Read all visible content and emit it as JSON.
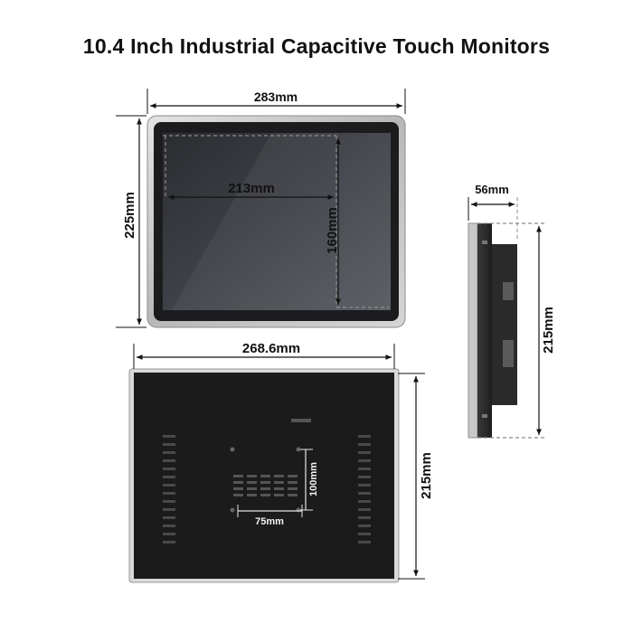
{
  "title": "10.4 Inch Industrial Capacitive Touch Monitors",
  "front_view": {
    "overall_width": "283mm",
    "overall_height": "225mm",
    "screen_width": "213mm",
    "screen_height": "160mm"
  },
  "side_view": {
    "depth": "56mm",
    "height": "215mm"
  },
  "back_view": {
    "width": "268.6mm",
    "height": "215mm",
    "vesa_horizontal": "75mm",
    "vesa_vertical": "100mm"
  }
}
